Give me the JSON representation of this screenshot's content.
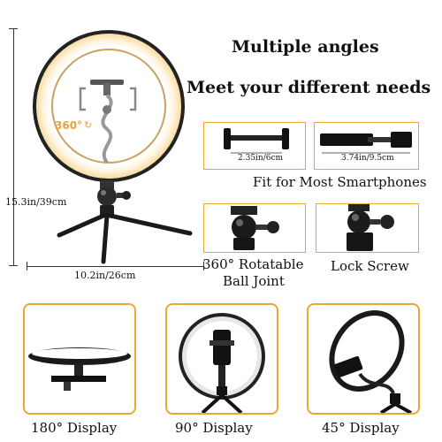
{
  "headline": {
    "line1": "Multiple angles",
    "line2": "Meet your different needs"
  },
  "main_product": {
    "rotate_label": "360°",
    "height_label": "15.3in/39cm",
    "width_label": "10.2in/26cm"
  },
  "phone_clamps": {
    "small_width": "2.35in/6cm",
    "large_width": "3.74in/9.5cm",
    "caption": "Fit for Most Smartphones"
  },
  "joints": {
    "ball_joint_line1": "360° Rotatable",
    "ball_joint_line2": "Ball Joint",
    "lock_screw": "Lock Screw"
  },
  "displays": [
    {
      "label": "180° Display"
    },
    {
      "label": "90° Display"
    },
    {
      "label": "45° Display"
    }
  ],
  "colors": {
    "accent_border": "#e9a735",
    "warm_light": "#ebb65e"
  }
}
